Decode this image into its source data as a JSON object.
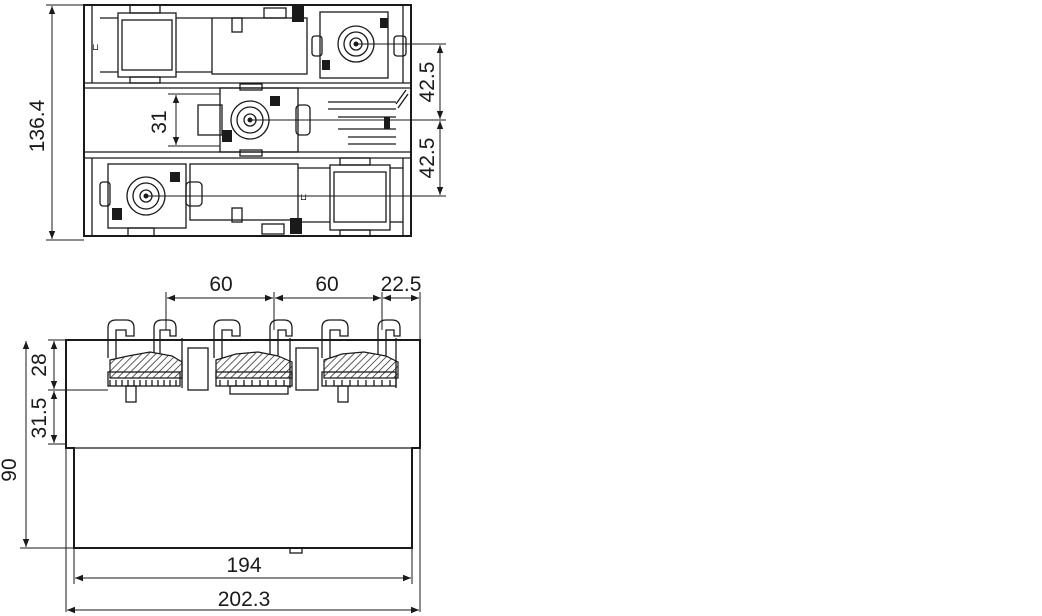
{
  "top_view": {
    "dims": {
      "height": "136.4",
      "offset_upper": "42.5",
      "offset_lower": "42.5",
      "center_width": "31"
    }
  },
  "side_view": {
    "dims": {
      "pitch_left": "60",
      "pitch_right": "60",
      "edge_offset": "22.5",
      "terminal_height": "28",
      "step_height": "31.5",
      "total_height": "90",
      "base_width": "194",
      "total_width": "202.3"
    }
  }
}
